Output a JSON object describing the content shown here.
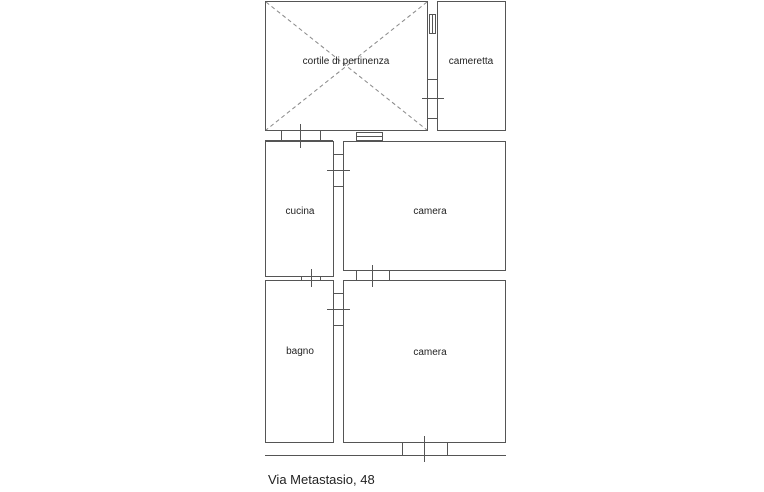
{
  "floorplan": {
    "rooms": [
      {
        "id": "cortile",
        "label": "cortile di pertinenza"
      },
      {
        "id": "cameretta",
        "label": "cameretta"
      },
      {
        "id": "cucina",
        "label": "cucina"
      },
      {
        "id": "camera1",
        "label": "camera"
      },
      {
        "id": "bagno",
        "label": "bagno"
      },
      {
        "id": "camera2",
        "label": "camera"
      }
    ],
    "address": "Via Metastasio, 48",
    "colors": {
      "wall": "#555555",
      "background": "#ffffff"
    }
  }
}
